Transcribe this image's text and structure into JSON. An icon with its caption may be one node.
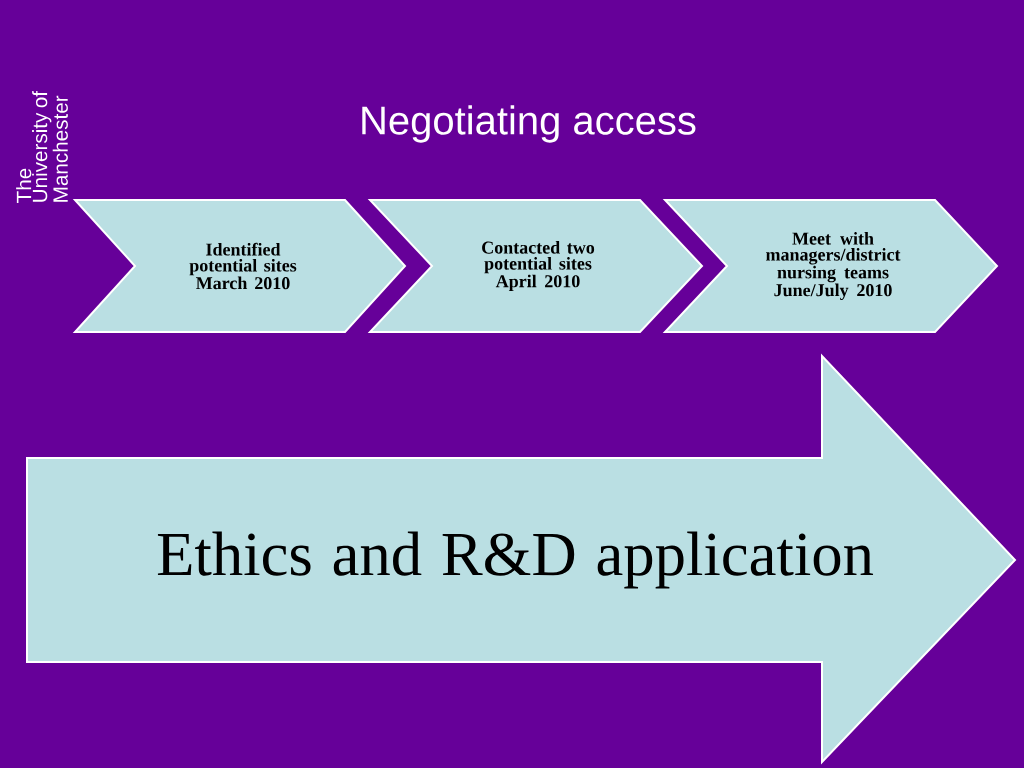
{
  "diagram": {
    "title": "Negotiating access",
    "nodes": [
      {
        "text": [
          "Identified potential sites March 2010"
        ]
      },
      {
        "text": [
          "Contacted two potential sites April 2010"
        ]
      },
      {
        "text": [
          "Meet with managers/district nursing teams June/July 2010"
        ]
      },
      {
        "text": [
          "Ethics and R&D application"
        ]
      }
    ],
    "labels": [
      "The University of Manchester"
    ]
  }
}
